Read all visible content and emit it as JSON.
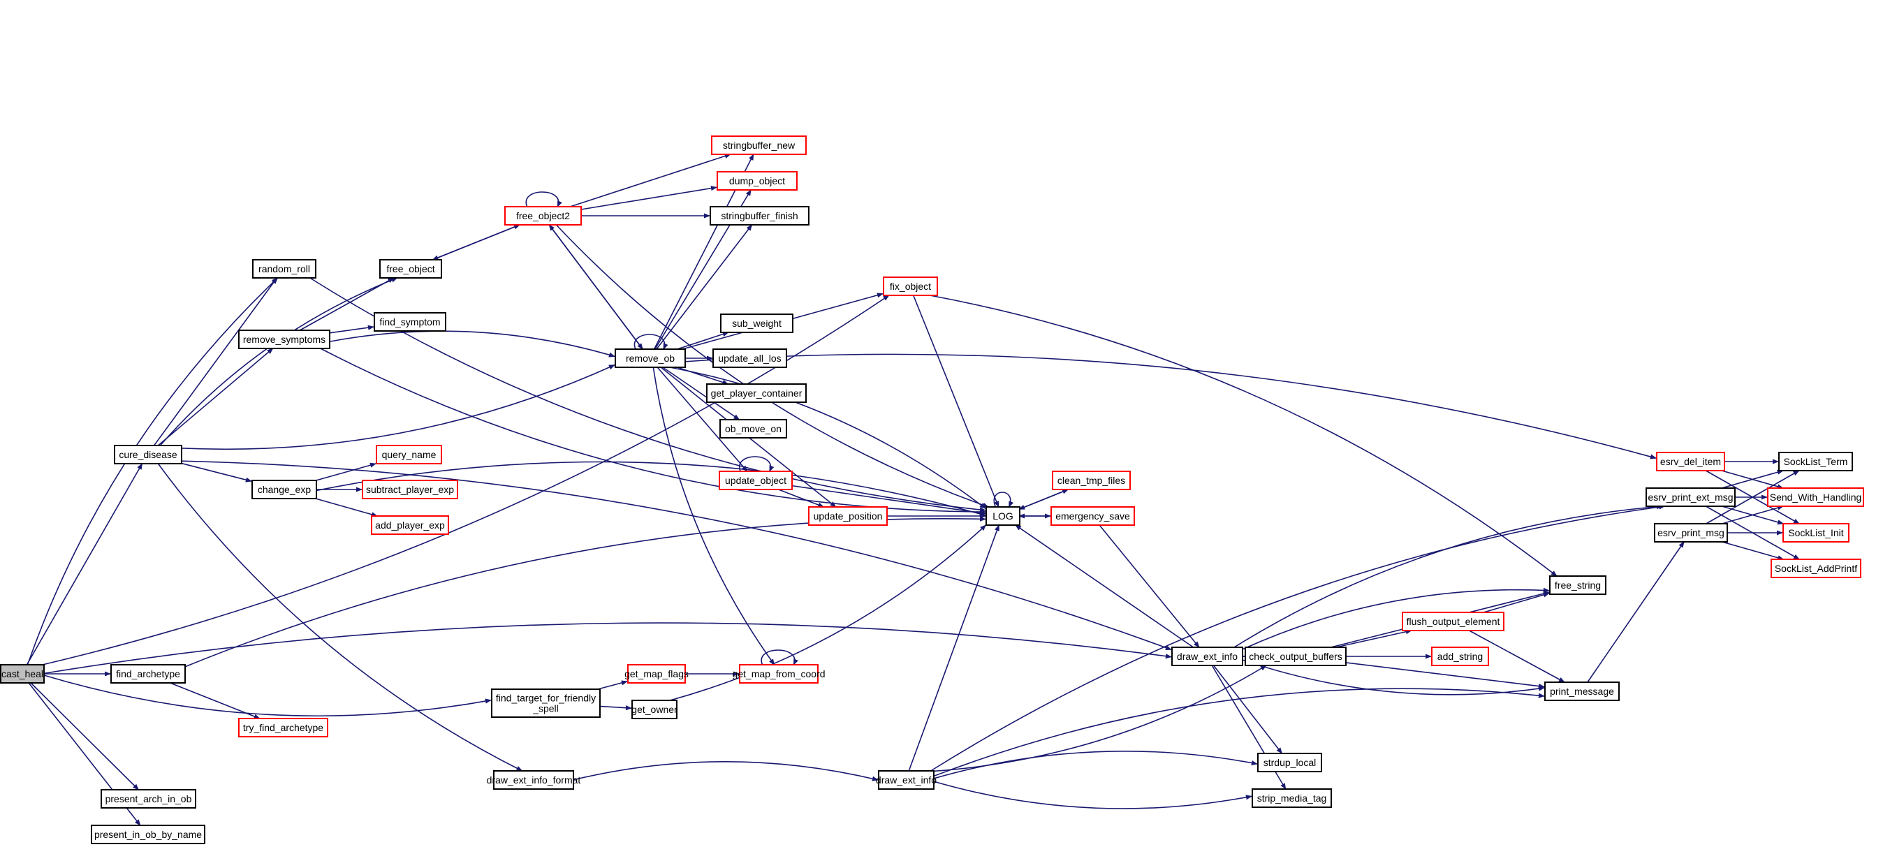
{
  "diagram": {
    "type": "call-graph",
    "colors": {
      "edge": "#191970",
      "node_border": "#000000",
      "truncated_node_border": "#ff0000",
      "root_fill": "#bfbfbf",
      "node_fill": "#ffffff"
    },
    "root": "cast_heal",
    "nodes": [
      {
        "id": "cast_heal",
        "label": "cast_heal",
        "style": "root"
      },
      {
        "id": "random_roll",
        "label": "random_roll",
        "style": "normal"
      },
      {
        "id": "cure_disease",
        "label": "cure_disease",
        "style": "normal"
      },
      {
        "id": "remove_symptoms",
        "label": "remove_symptoms",
        "style": "normal"
      },
      {
        "id": "free_object",
        "label": "free_object",
        "style": "normal"
      },
      {
        "id": "find_symptom",
        "label": "find_symptom",
        "style": "normal"
      },
      {
        "id": "change_exp",
        "label": "change_exp",
        "style": "normal"
      },
      {
        "id": "query_name",
        "label": "query_name",
        "style": "truncated"
      },
      {
        "id": "subtract_player_exp",
        "label": "subtract_player_exp",
        "style": "truncated"
      },
      {
        "id": "add_player_exp",
        "label": "add_player_exp",
        "style": "truncated"
      },
      {
        "id": "find_archetype",
        "label": "find_archetype",
        "style": "normal"
      },
      {
        "id": "try_find_archetype",
        "label": "try_find_archetype",
        "style": "truncated"
      },
      {
        "id": "present_arch_in_ob",
        "label": "present_arch_in_ob",
        "style": "normal"
      },
      {
        "id": "present_in_ob_by_name",
        "label": "present_in_ob_by_name",
        "style": "normal"
      },
      {
        "id": "free_object2",
        "label": "free_object2",
        "style": "truncated"
      },
      {
        "id": "stringbuffer_new",
        "label": "stringbuffer_new",
        "style": "truncated"
      },
      {
        "id": "dump_object",
        "label": "dump_object",
        "style": "truncated"
      },
      {
        "id": "stringbuffer_finish",
        "label": "stringbuffer_finish",
        "style": "normal"
      },
      {
        "id": "remove_ob",
        "label": "remove_ob",
        "style": "normal"
      },
      {
        "id": "sub_weight",
        "label": "sub_weight",
        "style": "normal"
      },
      {
        "id": "update_all_los",
        "label": "update_all_los",
        "style": "normal"
      },
      {
        "id": "get_player_container",
        "label": "get_player_container",
        "style": "normal"
      },
      {
        "id": "ob_move_on",
        "label": "ob_move_on",
        "style": "normal"
      },
      {
        "id": "update_object",
        "label": "update_object",
        "style": "truncated"
      },
      {
        "id": "update_position",
        "label": "update_position",
        "style": "truncated"
      },
      {
        "id": "fix_object",
        "label": "fix_object",
        "style": "truncated"
      },
      {
        "id": "LOG",
        "label": "LOG",
        "style": "normal"
      },
      {
        "id": "clean_tmp_files",
        "label": "clean_tmp_files",
        "style": "truncated"
      },
      {
        "id": "emergency_save",
        "label": "emergency_save",
        "style": "truncated"
      },
      {
        "id": "find_target_for_friendly_spell",
        "label": "find_target_for_friendly\n_spell",
        "style": "normal"
      },
      {
        "id": "get_map_flags",
        "label": "get_map_flags",
        "style": "truncated"
      },
      {
        "id": "get_map_from_coord",
        "label": "get_map_from_coord",
        "style": "truncated"
      },
      {
        "id": "get_owner",
        "label": "get_owner",
        "style": "normal"
      },
      {
        "id": "draw_ext_info_format",
        "label": "draw_ext_info_format",
        "style": "normal"
      },
      {
        "id": "draw_ext_info_2",
        "label": "draw_ext_info",
        "style": "normal"
      },
      {
        "id": "draw_ext_info",
        "label": "draw_ext_info",
        "style": "normal"
      },
      {
        "id": "check_output_buffers",
        "label": "check_output_buffers",
        "style": "normal"
      },
      {
        "id": "flush_output_element",
        "label": "flush_output_element",
        "style": "truncated"
      },
      {
        "id": "add_string",
        "label": "add_string",
        "style": "truncated"
      },
      {
        "id": "free_string",
        "label": "free_string",
        "style": "normal"
      },
      {
        "id": "print_message",
        "label": "print_message",
        "style": "normal"
      },
      {
        "id": "strdup_local",
        "label": "strdup_local",
        "style": "normal"
      },
      {
        "id": "strip_media_tag",
        "label": "strip_media_tag",
        "style": "normal"
      },
      {
        "id": "esrv_del_item",
        "label": "esrv_del_item",
        "style": "truncated"
      },
      {
        "id": "esrv_print_ext_msg",
        "label": "esrv_print_ext_msg",
        "style": "normal"
      },
      {
        "id": "esrv_print_msg",
        "label": "esrv_print_msg",
        "style": "normal"
      },
      {
        "id": "SockList_Term",
        "label": "SockList_Term",
        "style": "normal"
      },
      {
        "id": "Send_With_Handling",
        "label": "Send_With_Handling",
        "style": "truncated"
      },
      {
        "id": "SockList_Init",
        "label": "SockList_Init",
        "style": "truncated"
      },
      {
        "id": "SockList_AddPrintf",
        "label": "SockList_AddPrintf",
        "style": "truncated"
      }
    ],
    "edges": [
      [
        "cast_heal",
        "random_roll"
      ],
      [
        "cast_heal",
        "cure_disease"
      ],
      [
        "cast_heal",
        "find_archetype"
      ],
      [
        "cast_heal",
        "find_target_for_friendly_spell"
      ],
      [
        "cast_heal",
        "present_arch_in_ob"
      ],
      [
        "cast_heal",
        "present_in_ob_by_name"
      ],
      [
        "cast_heal",
        "draw_ext_info"
      ],
      [
        "cast_heal",
        "fix_object"
      ],
      [
        "cure_disease",
        "random_roll"
      ],
      [
        "cure_disease",
        "remove_symptoms"
      ],
      [
        "cure_disease",
        "free_object"
      ],
      [
        "cure_disease",
        "remove_ob"
      ],
      [
        "cure_disease",
        "change_exp"
      ],
      [
        "cure_disease",
        "draw_ext_info_format"
      ],
      [
        "cure_disease",
        "draw_ext_info"
      ],
      [
        "random_roll",
        "LOG"
      ],
      [
        "remove_symptoms",
        "free_object"
      ],
      [
        "remove_symptoms",
        "find_symptom"
      ],
      [
        "remove_symptoms",
        "remove_ob"
      ],
      [
        "remove_symptoms",
        "LOG"
      ],
      [
        "free_object",
        "free_object2"
      ],
      [
        "free_object2",
        "free_object2"
      ],
      [
        "free_object2",
        "free_object"
      ],
      [
        "free_object2",
        "stringbuffer_new"
      ],
      [
        "free_object2",
        "dump_object"
      ],
      [
        "free_object2",
        "stringbuffer_finish"
      ],
      [
        "free_object2",
        "remove_ob"
      ],
      [
        "free_object2",
        "LOG"
      ],
      [
        "remove_ob",
        "remove_ob"
      ],
      [
        "remove_ob",
        "stringbuffer_new"
      ],
      [
        "remove_ob",
        "dump_object"
      ],
      [
        "remove_ob",
        "stringbuffer_finish"
      ],
      [
        "remove_ob",
        "free_object2"
      ],
      [
        "remove_ob",
        "fix_object"
      ],
      [
        "remove_ob",
        "sub_weight"
      ],
      [
        "remove_ob",
        "update_all_los"
      ],
      [
        "remove_ob",
        "get_player_container"
      ],
      [
        "remove_ob",
        "ob_move_on"
      ],
      [
        "remove_ob",
        "update_object"
      ],
      [
        "remove_ob",
        "update_position"
      ],
      [
        "remove_ob",
        "LOG"
      ],
      [
        "remove_ob",
        "get_map_from_coord"
      ],
      [
        "remove_ob",
        "esrv_del_item"
      ],
      [
        "change_exp",
        "query_name"
      ],
      [
        "change_exp",
        "subtract_player_exp"
      ],
      [
        "change_exp",
        "add_player_exp"
      ],
      [
        "change_exp",
        "LOG"
      ],
      [
        "find_archetype",
        "try_find_archetype"
      ],
      [
        "find_archetype",
        "LOG"
      ],
      [
        "update_object",
        "update_object"
      ],
      [
        "update_object",
        "update_position"
      ],
      [
        "update_object",
        "LOG"
      ],
      [
        "update_position",
        "LOG"
      ],
      [
        "fix_object",
        "LOG"
      ],
      [
        "fix_object",
        "free_string"
      ],
      [
        "LOG",
        "LOG"
      ],
      [
        "LOG",
        "clean_tmp_files"
      ],
      [
        "LOG",
        "emergency_save"
      ],
      [
        "clean_tmp_files",
        "LOG"
      ],
      [
        "emergency_save",
        "LOG"
      ],
      [
        "emergency_save",
        "draw_ext_info"
      ],
      [
        "find_target_for_friendly_spell",
        "get_map_flags"
      ],
      [
        "find_target_for_friendly_spell",
        "get_owner"
      ],
      [
        "get_map_flags",
        "get_map_from_coord"
      ],
      [
        "get_map_from_coord",
        "get_map_from_coord"
      ],
      [
        "get_owner",
        "LOG"
      ],
      [
        "draw_ext_info_format",
        "draw_ext_info_2"
      ],
      [
        "draw_ext_info_2",
        "LOG"
      ],
      [
        "draw_ext_info_2",
        "esrv_print_ext_msg"
      ],
      [
        "draw_ext_info_2",
        "check_output_buffers"
      ],
      [
        "draw_ext_info_2",
        "strdup_local"
      ],
      [
        "draw_ext_info_2",
        "strip_media_tag"
      ],
      [
        "draw_ext_info_2",
        "print_message"
      ],
      [
        "draw_ext_info",
        "LOG"
      ],
      [
        "draw_ext_info",
        "esrv_print_ext_msg"
      ],
      [
        "draw_ext_info",
        "check_output_buffers"
      ],
      [
        "draw_ext_info",
        "free_string"
      ],
      [
        "draw_ext_info",
        "print_message"
      ],
      [
        "draw_ext_info",
        "strdup_local"
      ],
      [
        "draw_ext_info",
        "strip_media_tag"
      ],
      [
        "check_output_buffers",
        "flush_output_element"
      ],
      [
        "check_output_buffers",
        "add_string"
      ],
      [
        "check_output_buffers",
        "free_string"
      ],
      [
        "check_output_buffers",
        "print_message"
      ],
      [
        "flush_output_element",
        "free_string"
      ],
      [
        "flush_output_element",
        "print_message"
      ],
      [
        "print_message",
        "esrv_print_msg"
      ],
      [
        "esrv_del_item",
        "SockList_Term"
      ],
      [
        "esrv_del_item",
        "Send_With_Handling"
      ],
      [
        "esrv_del_item",
        "SockList_Init"
      ],
      [
        "esrv_print_ext_msg",
        "SockList_Term"
      ],
      [
        "esrv_print_ext_msg",
        "Send_With_Handling"
      ],
      [
        "esrv_print_ext_msg",
        "SockList_Init"
      ],
      [
        "esrv_print_ext_msg",
        "SockList_AddPrintf"
      ],
      [
        "esrv_print_msg",
        "SockList_Term"
      ],
      [
        "esrv_print_msg",
        "Send_With_Handling"
      ],
      [
        "esrv_print_msg",
        "SockList_Init"
      ],
      [
        "esrv_print_msg",
        "SockList_AddPrintf"
      ]
    ]
  }
}
